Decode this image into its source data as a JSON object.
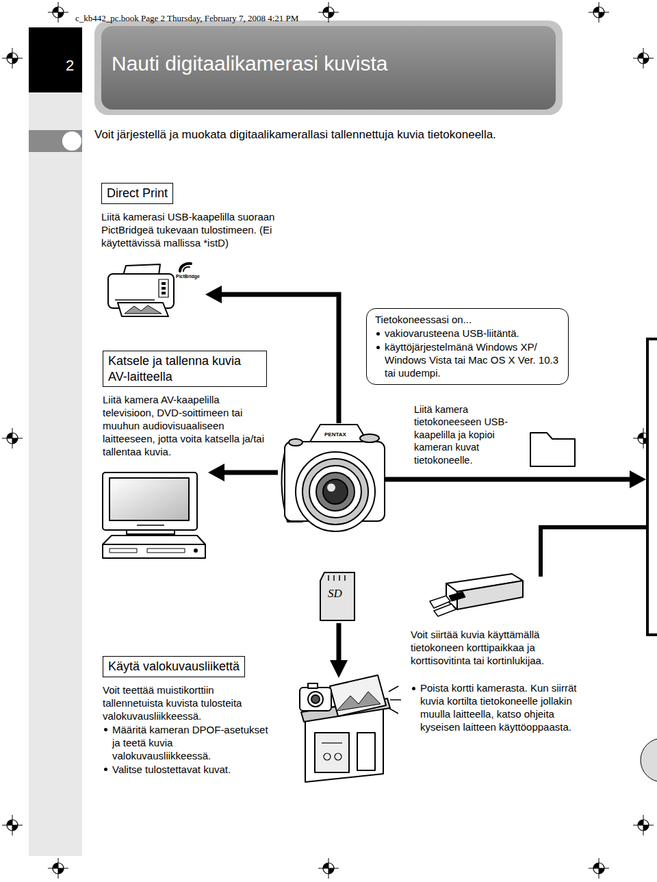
{
  "diagram": {
    "title": "Nauti digitaalikamerasi kuvista",
    "nodes": [
      {
        "text": [
          "Direct Print",
          "Liitä kamerasi USB-kaapelilla suoraan PictBridgeä tukevaan tulostimeen. (Ei käytettävissä mallissa *istD)"
        ]
      },
      {
        "text": [
          "Katsele ja tallenna kuvia AV-laitteella",
          "Liitä kamera AV-kaapelilla televisioon, DVD-soittimeen tai muuhun audiovisuaaliseen laitteeseen, jotta voita katsella ja/tai tallentaa kuvia."
        ]
      },
      {
        "text": [
          "Tietokoneessasi on...",
          "vakiovarusteena USB-liitäntä.",
          "käyttöjärjestelmänä Windows XP/ Windows Vista tai Mac OS X Ver. 10.3 tai uudempi."
        ]
      },
      {
        "text": [
          "Käytä valokuvausliikettä",
          "Voit teettää muistikorttiin tallennetuista kuvista tulosteita valokuvausliikkeessä.",
          "Määritä kameran DPOF-asetukset ja teetä kuvia valokuvausliikkeessä.",
          "Valitse tulostettavat kuvat."
        ]
      }
    ],
    "labels": [
      "c_kb442_pc.book Page 2 Thursday, February 7, 2008 4:21 PM",
      "2",
      "Voit järjestellä ja muokata digitaalikamerallasi tallennettuja kuvia tietokoneella.",
      "PictBridge",
      "PENTAX",
      "Liitä kamera tietokoneeseen USB-kaapelilla ja kopioi kameran kuvat tietokoneelle.",
      "SD",
      "Voit siirtää kuvia käyttämällä tietokoneen korttipaikkaa ja korttisovitinta tai kortinlukijaa.",
      "Poista kortti kamerasta. Kun siirrät kuvia kortilta tietokoneelle jollakin muulla laitteella, katso ohjeita kyseisen laitteen käyttöoppaasta."
    ]
  }
}
